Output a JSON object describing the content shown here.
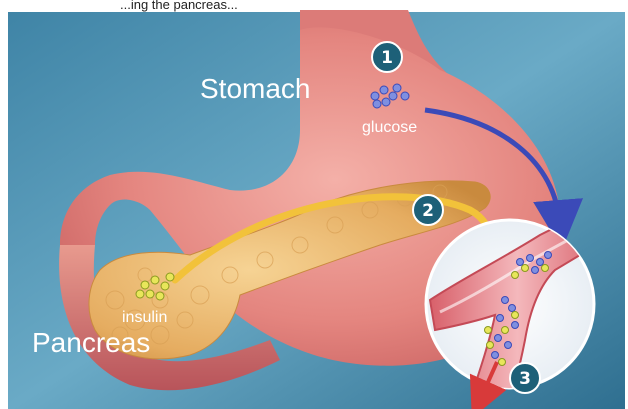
{
  "header_fragment": "...ing the pancreas...",
  "labels": {
    "stomach": "Stomach",
    "glucose": "glucose",
    "pancreas": "Pancreas",
    "insulin": "insulin"
  },
  "steps": [
    "1",
    "2",
    "3"
  ],
  "colors": {
    "background": "#5a9ab8",
    "stomach": "#e48c8c",
    "pancreas": "#e9b46a",
    "badge": "#1d6078",
    "glucose_arrow": "#3b4ab8",
    "insulin_arrow": "#f2c23a",
    "exit_arrow": "#d83a3a"
  }
}
